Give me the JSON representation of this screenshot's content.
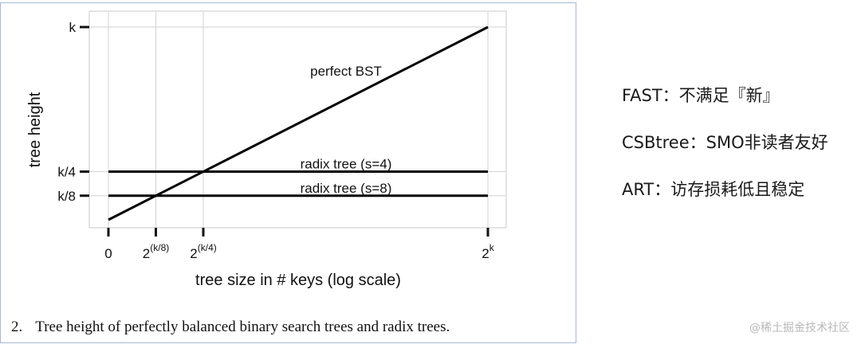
{
  "chart_data": {
    "type": "line",
    "title": "",
    "xlabel": "tree size in # keys (log scale)",
    "ylabel": "tree height",
    "x_ticks": [
      {
        "label": "0",
        "value": 0
      },
      {
        "label": "2",
        "sup": "(k/8)",
        "value": 0.125
      },
      {
        "label": "2",
        "sup": "(k/4)",
        "value": 0.25
      },
      {
        "label": "2",
        "sup": "k",
        "value": 1
      }
    ],
    "y_ticks": [
      {
        "label": "k/8",
        "value": 0.125
      },
      {
        "label": "k/4",
        "value": 0.25
      },
      {
        "label": "k",
        "value": 1
      }
    ],
    "xlim": [
      0,
      1
    ],
    "ylim": [
      0,
      1
    ],
    "series": [
      {
        "name": "perfect BST",
        "x": [
          0,
          1
        ],
        "y": [
          0,
          1
        ]
      },
      {
        "name": "radix tree (s=4)",
        "x": [
          0,
          1
        ],
        "y": [
          0.25,
          0.25
        ]
      },
      {
        "name": "radix tree (s=8)",
        "x": [
          0,
          1
        ],
        "y": [
          0.125,
          0.125
        ]
      }
    ],
    "grid": true,
    "legend": "none"
  },
  "caption": {
    "number": "2.",
    "text": "Tree height of perfectly balanced binary search trees and radix trees."
  },
  "notes": [
    "FAST：不满足『新』",
    "CSBtree：SMO非读者友好",
    "ART：访存损耗低且稳定"
  ],
  "watermark": "@稀土掘金技术社区"
}
